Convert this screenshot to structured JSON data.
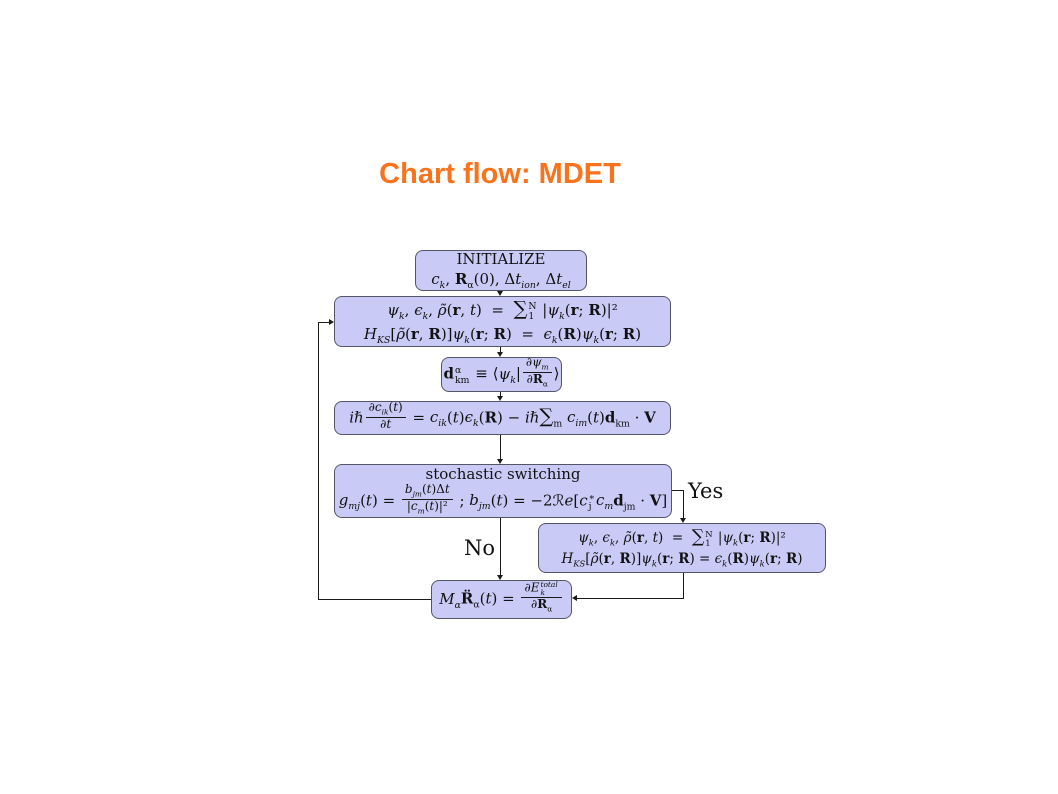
{
  "title": {
    "text": "Chart flow: MDET"
  },
  "colors": {
    "accent": "#f9731c",
    "node_fill": "#cacaf6",
    "node_border": "#55556a",
    "line": "#1a1a1a"
  },
  "labels": {
    "yes": "Yes",
    "no": "No"
  },
  "nodes": {
    "initialize": {
      "lines": [
        "INITIALIZE",
        "<i>c<sub>k</sub></i>, <b>R</b><sub>α</sub>(0), Δ<i>t<sub>ion</sub></i>, Δ<i>t<sub>el</sub></i>"
      ]
    },
    "kohn_sham": {
      "lines": [
        "<i>ψ<sub>k</sub></i>, <i>ϵ<sub>k</sub></i>, <i>ρ̃</i>(<b>r</b>, <i>t</i>) &nbsp;=&nbsp; <mbo>∑</mbo><mss><mst>N</mst><msb>1</msb></mss> |<i>ψ<sub>k</sub></i>(<b>r</b>; <b>R</b>)|²",
        "<i>H<sub>KS</sub></i>[<i>ρ̃</i>(<b>r</b>, <b>R</b>)]<i>ψ<sub>k</sub></i>(<b>r</b>; <b>R</b>) &nbsp;=&nbsp; <i>ϵ<sub>k</sub></i>(<b>R</b>)<i>ψ<sub>k</sub></i>(<b>r</b>; <b>R</b>)"
      ]
    },
    "coupling": {
      "lines": [
        "<b>d</b><mss><mst>α</mst><msb>km</msb></mss> ≡ ⟨<i>ψ<sub>k</sub></i>|<mfr><mft>∂<i>ψ<sub>m</sub></i></mft><mfb>∂<b>R</b><sub>α</sub></mfb></mfr>⟩"
      ]
    },
    "tdse": {
      "lines": [
        "<i>i</i>ℏ<mfr><mft>∂<i>c<sub>ik</sub></i>(<i>t</i>)</mft><mfb>∂<i>t</i></mfb></mfr> = <i>c<sub>ik</sub></i>(<i>t</i>)<i>ϵ<sub>k</sub></i>(<b>R</b>) − <i>i</i>ℏ<mbo>∑</mbo><sub>m</sub> <i>c<sub>im</sub></i>(<i>t</i>)<b>d</b><sub>km</sub> · <b>V</b>"
      ]
    },
    "stochastic": {
      "lines": [
        "stochastic switching",
        "<i>g<sub>mj</sub></i>(<i>t</i>) = <mfr><mft><i>b<sub>jm</sub></i>(<i>t</i>)Δ<i>t</i></mft><mfb>|<i>c<sub>m</sub></i>(<i>t</i>)|²</mfb></mfr> ; <i>b<sub>jm</sub></i>(<i>t</i>) = −2ℛ<i>e</i>[<i>c</i><mss><mst>∗</mst><msb>j</msb></mss><i>c<sub>m</sub></i><b>d</b><sub>jm</sub> · <b>V</b>]"
      ]
    },
    "kohn_sham_new": {
      "lines": [
        "<i>ψ<sub>k</sub></i>, <i>ϵ<sub>k</sub></i>, <i>ρ̃</i>(<b>r</b>, <i>t</i>) &nbsp;=&nbsp; <mbo>∑</mbo><mss><mst>N</mst><msb>1</msb></mss> |<i>ψ<sub>k</sub></i>(<b>r</b>; <b>R</b>)|²",
        "<i>H<sub>KS</sub></i>[<i>ρ̃</i>(<b>r</b>, <b>R</b>)]<i>ψ<sub>k</sub></i>(<b>r</b>; <b>R</b>) = <i>ϵ<sub>k</sub></i>(<b>R</b>)<i>ψ<sub>k</sub></i>(<b>r</b>; <b>R</b>)"
      ]
    },
    "newton": {
      "lines": [
        "<i>M<sub>α</sub></i><b>R̈</b><sub>α</sub>(<i>t</i>) = <mfr><mft>∂<i>E</i><mss><mst><i>total</i></mst><msb><i>k</i></msb></mss></mft><mfb>∂<b>R</b><sub>α</sub></mfb></mfr>"
      ]
    }
  }
}
